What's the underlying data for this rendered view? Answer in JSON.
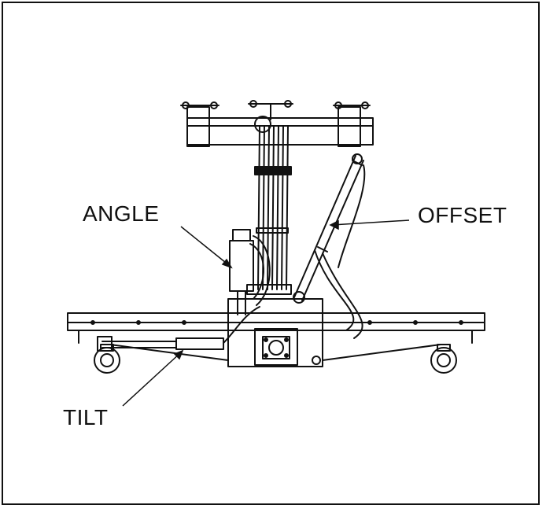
{
  "labels": {
    "angle": "ANGLE",
    "offset": "OFFSET",
    "tilt": "TILT"
  },
  "colors": {
    "line": "#111111",
    "background": "#ffffff"
  }
}
